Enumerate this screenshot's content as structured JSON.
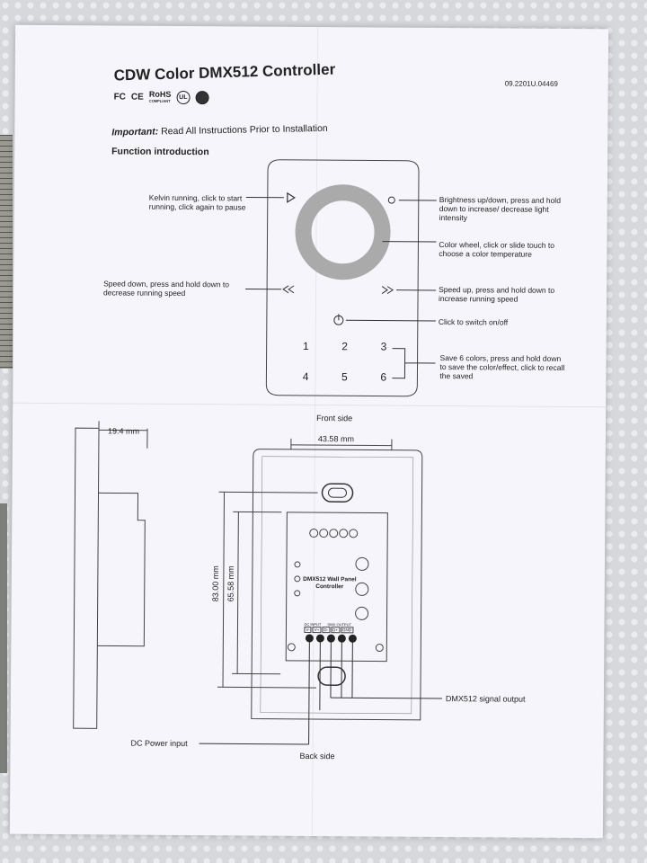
{
  "header": {
    "title": "CDW Color DMX512 Controller",
    "code": "09.2201U.04469",
    "cert_fc": "FC",
    "cert_ce": "CE",
    "cert_rohs": "RoHS",
    "cert_rohs_sub": "COMPLIANT",
    "cert_ul": "UL"
  },
  "important": {
    "lead": "Important:",
    "text": " Read All Instructions Prior to Installation"
  },
  "function_intro": "Function introduction",
  "front": {
    "kelvin": "Kelvin running, click to start running, click again to pause",
    "brightness": "Brightness up/down, press and hold down to increase/ decrease light intensity",
    "color_wheel": "Color wheel, click or slide touch to choose a color temperature",
    "speed_down": "Speed down, press and hold down to decrease running speed",
    "speed_up": "Speed up, press and hold down to increase running speed",
    "power": "Click to switch on/off",
    "save": "Save 6 colors, press and hold down to save the color/effect, click to recall the saved",
    "keys": [
      "1",
      "2",
      "3",
      "4",
      "5",
      "6"
    ],
    "caption": "Front side"
  },
  "back": {
    "depth": "19.4 mm",
    "width": "43.58 mm",
    "height_outer": "83.00 mm",
    "height_inner": "65.58 mm",
    "module_line1": "DMX512 Wall Panel",
    "module_line2": "Controller",
    "dc_input_small": "DC INPUT",
    "dmx_output_small": "DMX OUTPUT",
    "terminals": [
      "V-",
      "V+",
      "D-",
      "D+",
      "GND"
    ],
    "dmx_label": "DMX512 signal output",
    "dc_label": "DC Power input",
    "caption": "Back side"
  }
}
